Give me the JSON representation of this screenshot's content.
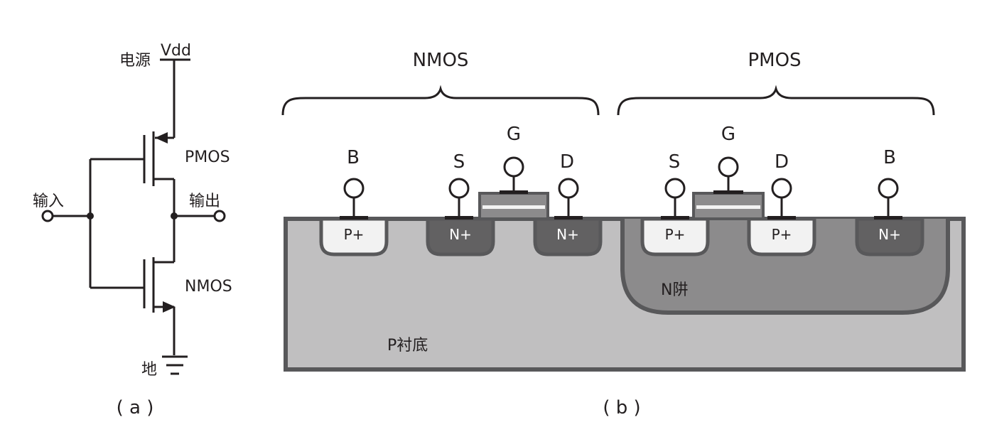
{
  "circuit": {
    "vdd_cn": "电源",
    "vdd": "Vdd",
    "input": "输入",
    "output": "输出",
    "pmos": "PMOS",
    "nmos": "NMOS",
    "ground": "地",
    "caption": "( a )"
  },
  "cross_section": {
    "nmos_title": "NMOS",
    "pmos_title": "PMOS",
    "nmos_terminals": [
      "B",
      "S",
      "G",
      "D"
    ],
    "pmos_terminals": [
      "S",
      "G",
      "D",
      "B"
    ],
    "nmos_regions": [
      "P+",
      "N+",
      "N+"
    ],
    "pmos_regions": [
      "P+",
      "P+",
      "N+"
    ],
    "nwell": "N阱",
    "substrate": "P衬底",
    "caption": "( b )"
  },
  "colors": {
    "substrate": "#c0bfc0",
    "nwell": "#8c8b8c",
    "n_plus": "#626162",
    "p_plus": "#f2f2f2",
    "stroke": "#58585a",
    "line": "#231f20"
  }
}
